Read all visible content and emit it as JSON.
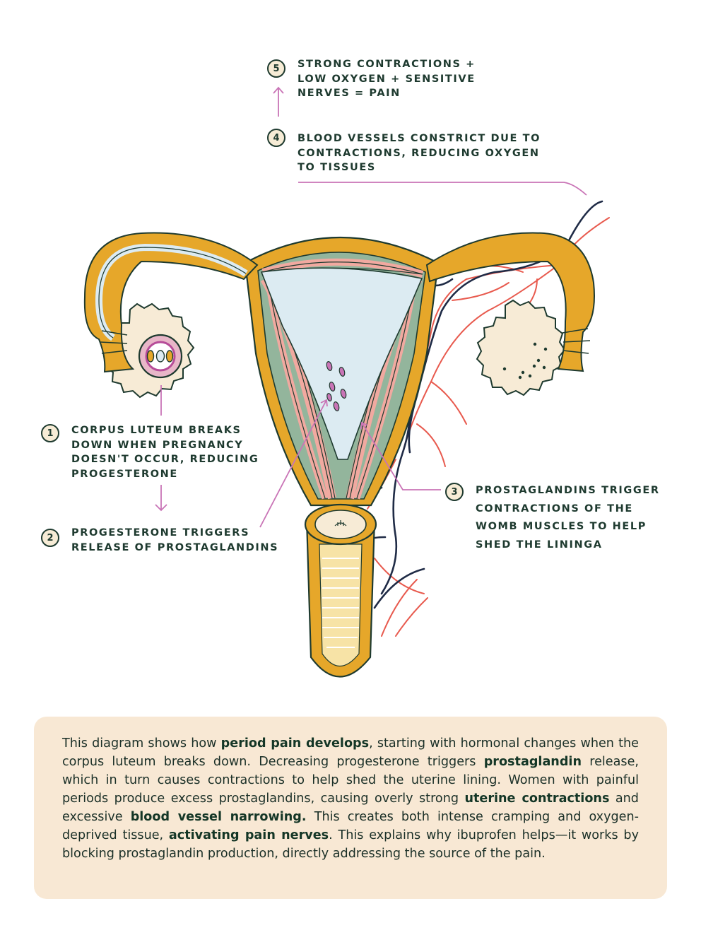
{
  "colors": {
    "wall": "#e6a72a",
    "wall_dark": "#c58a18",
    "cavity": "#dcebf2",
    "muscle_green": "#93b59c",
    "muscle_pink": "#f1a9a0",
    "ovary": "#f7ebd6",
    "vein": "#1f2b46",
    "artery": "#e85a4e",
    "pointer": "#c974b6",
    "text": "#1e3a2f",
    "summary_bg": "#f8e8d4"
  },
  "steps": [
    {
      "number": "1",
      "text": "CORPUS LUTEUM BREAKS\nDOWN WHEN PREGNANCY\nDOESN'T OCCUR, REDUCING\nPROGESTERONE"
    },
    {
      "number": "2",
      "text": "PROGESTERONE TRIGGERS\nRELEASE OF PROSTAGLANDINS"
    },
    {
      "number": "3",
      "text": "PROSTAGLANDINS TRIGGER\nCONTRACTIONS OF THE\nWOMB MUSCLES TO HELP\nSHED THE LININGA"
    },
    {
      "number": "4",
      "text": "BLOOD VESSELS CONSTRICT DUE TO\nCONTRACTIONS, REDUCING OXYGEN\nTO TISSUES"
    },
    {
      "number": "5",
      "text": "STRONG CONTRACTIONS +\nLOW OXYGEN + SENSITIVE\nNERVES = PAIN"
    }
  ],
  "summary": {
    "s1": "This diagram shows how ",
    "b1": "period pain develops",
    "s2": ", starting with hormonal changes when the corpus luteum breaks down. Decreasing progesterone triggers ",
    "b2": "prostaglandin",
    "s3": " release, which in turn causes contractions to help shed the uterine lining. Women with painful periods produce excess prostaglandins, causing overly strong ",
    "b3": "uterine contractions",
    "s4": " and excessive ",
    "b4": "blood vessel narrowing.",
    "s5": " This creates both intense cramping and oxygen-deprived tissue, ",
    "b5": "activating pain nerves",
    "s6": ". This explains why ibuprofen helps—it works by blocking prostaglandin production, directly addressing the source of the pain."
  }
}
